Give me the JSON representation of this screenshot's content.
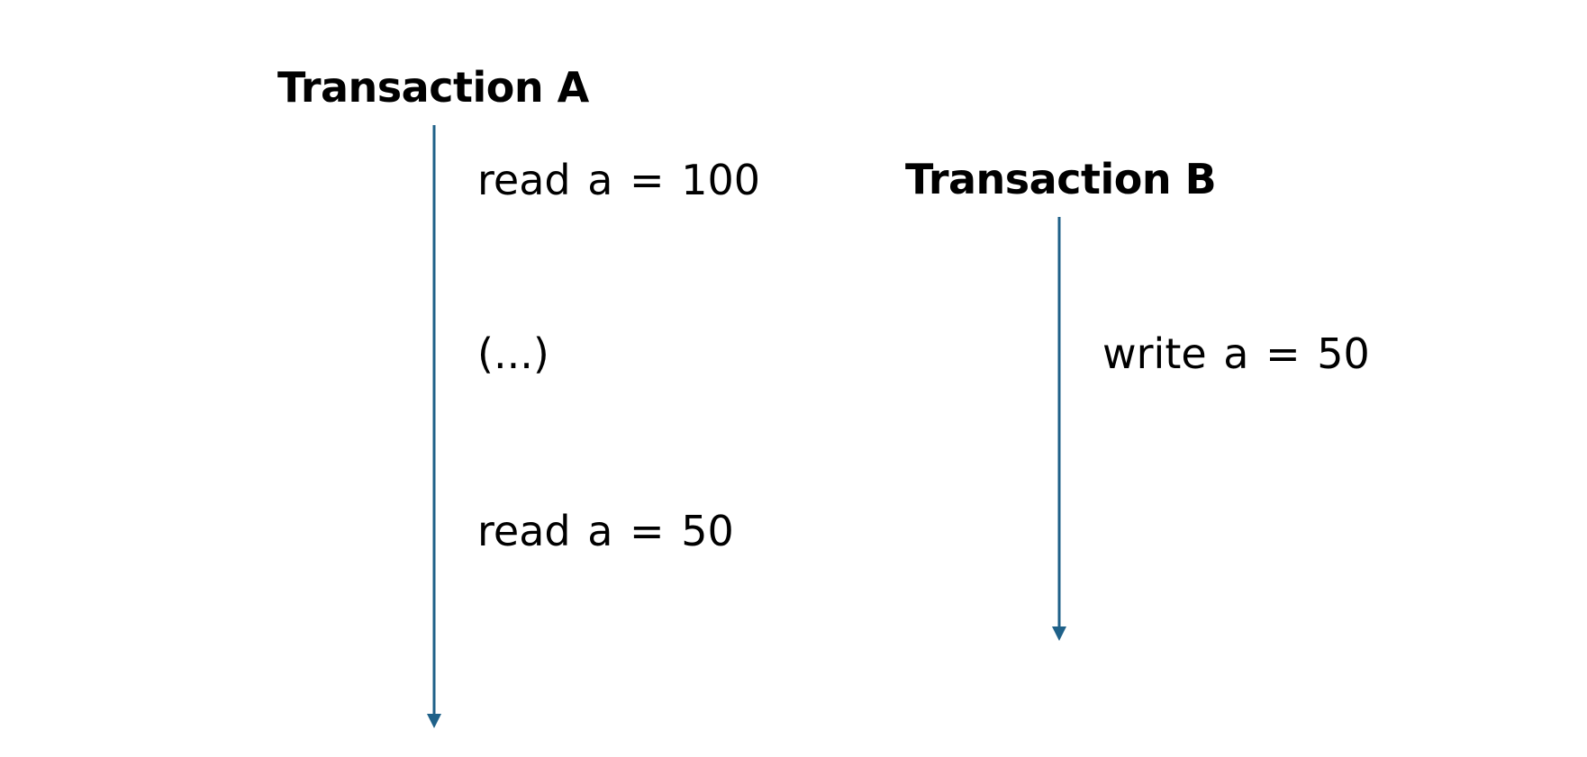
{
  "colors": {
    "timeline": "#1f6189",
    "text": "#000000",
    "background": "#ffffff"
  },
  "transaction_a": {
    "title": "Transaction A",
    "operations": [
      "read a = 100",
      "(...)",
      "read a = 50"
    ]
  },
  "transaction_b": {
    "title": "Transaction B",
    "operations": [
      "write a = 50"
    ]
  }
}
